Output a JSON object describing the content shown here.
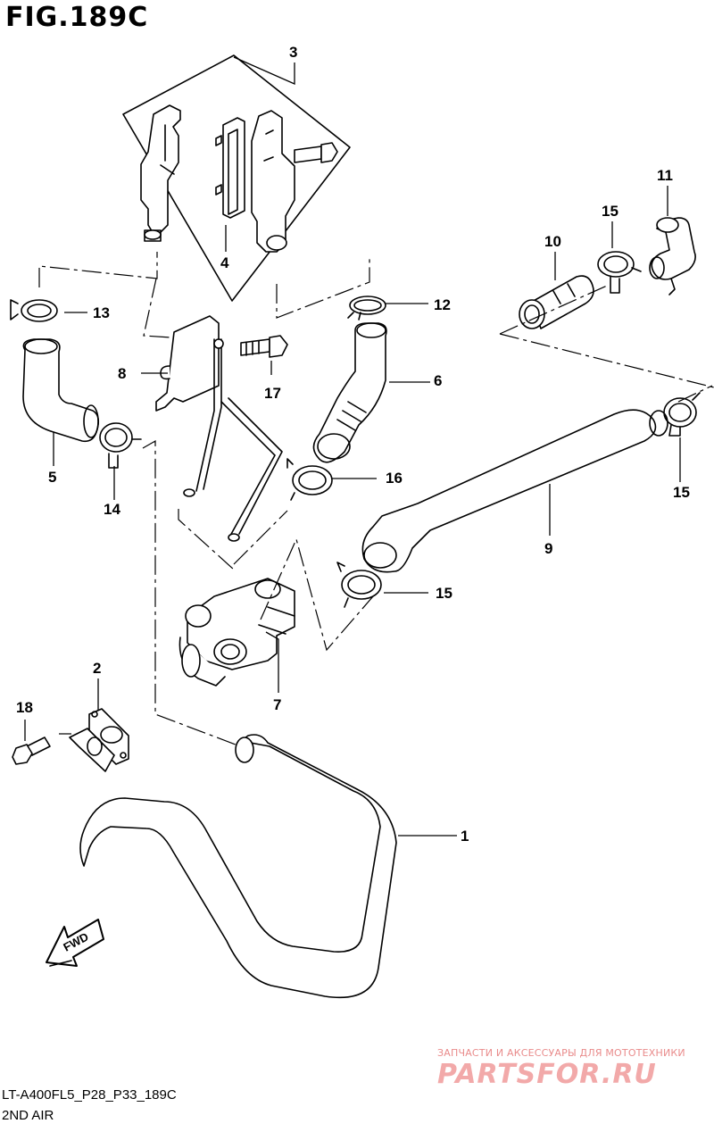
{
  "figure": {
    "title": "FIG.189C"
  },
  "footer": {
    "model_code": "LT-A400FL5_P28_P33_189C",
    "section": "2ND AIR"
  },
  "watermark": {
    "tagline": "ЗАПЧАСТИ И АКСЕССУАРЫ ДЛЯ МОТОТЕХНИКИ",
    "logo": "PARTSFOR.RU"
  },
  "fwd_arrow": {
    "label": "FWD"
  },
  "callouts": {
    "c1": "1",
    "c2": "2",
    "c3": "3",
    "c4": "4",
    "c5": "5",
    "c6": "6",
    "c7": "7",
    "c8": "8",
    "c9": "9",
    "c10": "10",
    "c11": "11",
    "c12": "12",
    "c13": "13",
    "c14": "14",
    "c15a": "15",
    "c15b": "15",
    "c15c": "15",
    "c16": "16",
    "c17": "17",
    "c18": "18"
  }
}
